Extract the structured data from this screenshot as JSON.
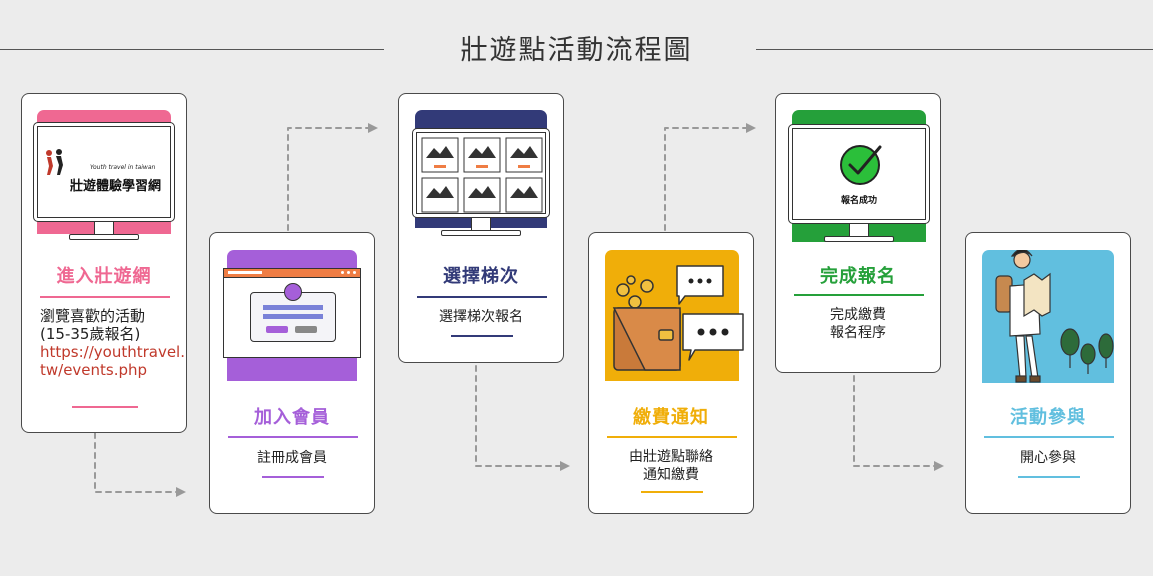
{
  "title": "壯遊點活動流程圖",
  "colors": {
    "step1": "#ef6892",
    "step2": "#a55fd9",
    "step3": "#323a78",
    "step4": "#f0ae09",
    "step5": "#25a03a",
    "step6": "#61bfdf"
  },
  "steps": [
    {
      "title": "進入壯遊網",
      "desc_line1": "瀏覽喜歡的活動",
      "desc_line2": "(15-35歲報名)",
      "url": "https://youthtravel.tw/events.php",
      "logo_tagline": "Youth travel in taiwan",
      "logo_name": "壯遊體驗學習網",
      "icon": "website-logo-monitor"
    },
    {
      "title": "加入會員",
      "desc": "註冊成會員",
      "icon": "registration-form-browser"
    },
    {
      "title": "選擇梯次",
      "desc": "選擇梯次報名",
      "icon": "image-grid-monitor"
    },
    {
      "title": "繳費通知",
      "desc_line1": "由壯遊點聯絡",
      "desc_line2": "通知繳費",
      "icon": "wallet-coins-chat"
    },
    {
      "title": "完成報名",
      "desc_line1": "完成繳費",
      "desc_line2": "報名程序",
      "screen_text": "報名成功",
      "icon": "check-circle-monitor"
    },
    {
      "title": "活動參與",
      "desc": "開心參與",
      "icon": "traveler-with-map"
    }
  ]
}
